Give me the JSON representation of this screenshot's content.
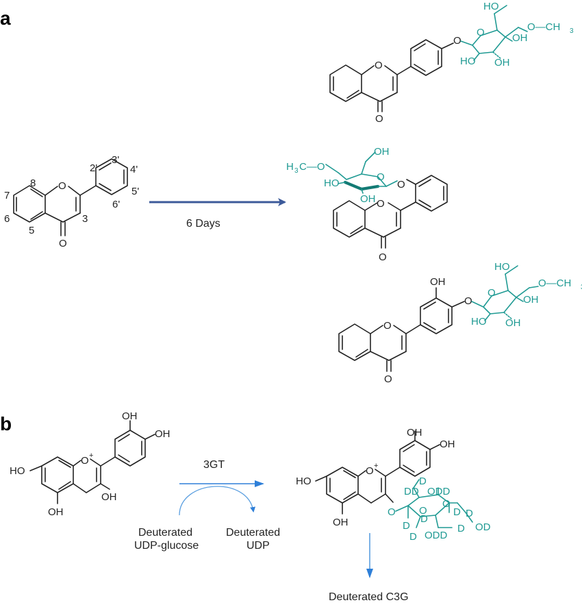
{
  "panels": {
    "a": "a",
    "b": "b"
  },
  "panel_a": {
    "arrow_label": "6 Days",
    "positions": [
      "2'",
      "3'",
      "4'",
      "5'",
      "6'",
      "3",
      "5",
      "6",
      "7",
      "8"
    ],
    "atoms": {
      "O": "O",
      "OH": "OH",
      "HO": "HO",
      "methyl_right": "O—CH",
      "methyl_left": "H",
      "methyl_left_tail": "C—O",
      "sub3": "3"
    }
  },
  "panel_b": {
    "enzyme": "3GT",
    "donor": [
      "Deuterated",
      "UDP-glucose"
    ],
    "byproduct": [
      "Deuterated",
      "UDP"
    ],
    "product": "Deuterated  C3G",
    "atoms": {
      "O": "O",
      "OH": "OH",
      "HO": "HO",
      "plus": "+",
      "D": "D",
      "DD": "DD",
      "ODD": "ODD",
      "OD": "OD"
    }
  },
  "colors": {
    "ink": "#222222",
    "sugar": "#1f9a93",
    "arrow_a": "#3c5a9a",
    "arrow_b": "#2e7fd8",
    "arrow_b_light": "#5b9fe0"
  }
}
